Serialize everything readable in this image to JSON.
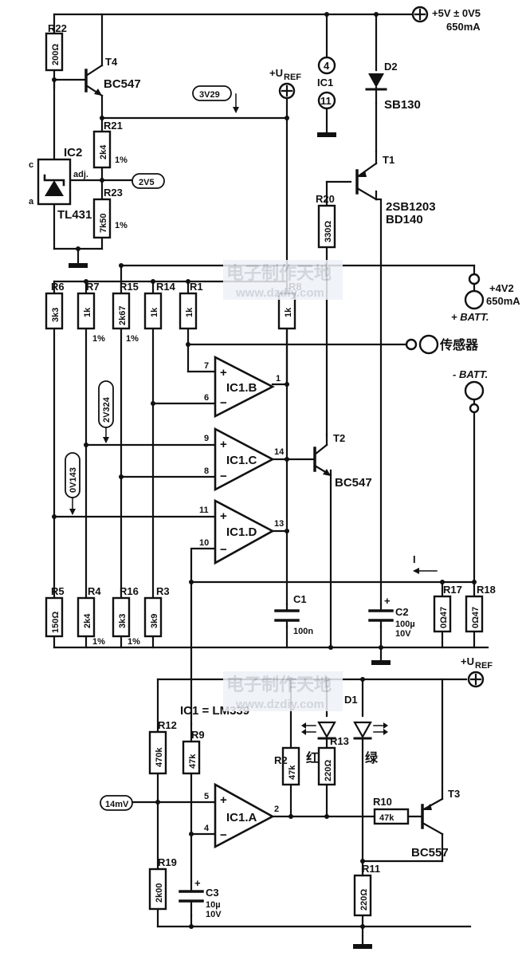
{
  "supply": {
    "label": "+5V ± 0V5",
    "current": "650mA"
  },
  "vref": {
    "label": "+U",
    "sub": "REF"
  },
  "ic1": {
    "pin_top": "4",
    "name": "IC1",
    "pin_bot": "11",
    "type": "IC1 = LM339"
  },
  "ic2": {
    "name": "IC2",
    "type": "TL431",
    "c": "c",
    "a": "a",
    "adj": "adj."
  },
  "transistors": {
    "t1": {
      "name": "T1",
      "type1": "2SB1203",
      "type2": "BD140"
    },
    "t2": {
      "name": "T2",
      "type": "BC547"
    },
    "t3": {
      "name": "T3",
      "type": "BC557"
    },
    "t4": {
      "name": "T4",
      "type": "BC547"
    }
  },
  "diodes": {
    "d1": "D1",
    "d2": "D2",
    "d2_type": "SB130",
    "red": "红",
    "green": "绿"
  },
  "voltages": {
    "v3v29": "3V29",
    "v2v5": "2V5",
    "v2v324": "2V324",
    "v0v143": "0V143",
    "v14mv": "14mV"
  },
  "battery": {
    "plus_v": "+4V2",
    "plus_i": "650mA",
    "plus_label": "+ BATT.",
    "minus_label": "- BATT.",
    "sensor": "传感器",
    "current": "I"
  },
  "opamps": {
    "b": "IC1.B",
    "c": "IC1.C",
    "d": "IC1.D",
    "a": "IC1.A"
  },
  "pins": {
    "p7": "7",
    "p6": "6",
    "p1": "1",
    "p9": "9",
    "p8": "8",
    "p14": "14",
    "p11": "11",
    "p10": "10",
    "p13": "13",
    "p5": "5",
    "p4": "4",
    "p2": "2"
  },
  "resistors": {
    "r22": {
      "name": "R22",
      "value": "200Ω"
    },
    "r21": {
      "name": "R21",
      "value": "2k4",
      "tol": "1%"
    },
    "r23": {
      "name": "R23",
      "value": "7k50",
      "tol": "1%"
    },
    "r20": {
      "name": "R20",
      "value": "330Ω"
    },
    "r6": {
      "name": "R6",
      "value": "3k3"
    },
    "r7": {
      "name": "R7",
      "value": "1k",
      "tol": "1%"
    },
    "r15": {
      "name": "R15",
      "value": "2k67",
      "tol": "1%"
    },
    "r14": {
      "name": "R14",
      "value": "1k"
    },
    "r1": {
      "name": "R1",
      "value": "1k"
    },
    "r8": {
      "name": "R8",
      "value": "1k"
    },
    "r5": {
      "name": "R5",
      "value": "150Ω"
    },
    "r4": {
      "name": "R4",
      "value": "2k4",
      "tol": "1%"
    },
    "r16": {
      "name": "R16",
      "value": "3k3",
      "tol": "1%"
    },
    "r3": {
      "name": "R3",
      "value": "3k9"
    },
    "r17": {
      "name": "R17",
      "value": "0Ω47"
    },
    "r18": {
      "name": "R18",
      "value": "0Ω47"
    },
    "r12": {
      "name": "R12",
      "value": "470k"
    },
    "r9": {
      "name": "R9",
      "value": "47k"
    },
    "r2": {
      "name": "R2",
      "value": "47k"
    },
    "r13": {
      "name": "R13",
      "value": "220Ω"
    },
    "r10": {
      "name": "R10",
      "value": "47k"
    },
    "r11": {
      "name": "R11",
      "value": "220Ω"
    },
    "r19": {
      "name": "R19",
      "value": "2k00"
    }
  },
  "caps": {
    "c1": {
      "name": "C1",
      "value": "100n"
    },
    "c2": {
      "name": "C2",
      "value": "100µ",
      "volt": "10V"
    },
    "c3": {
      "name": "C3",
      "value": "10µ",
      "volt": "10V"
    }
  },
  "watermark": {
    "cn": "电子制作天地",
    "url": "www.dzdiy.com"
  }
}
